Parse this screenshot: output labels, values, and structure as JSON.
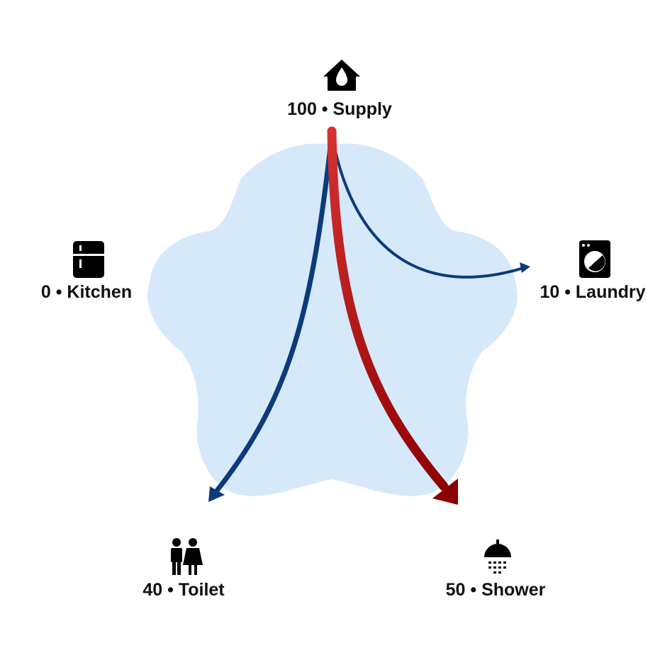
{
  "diagram": {
    "type": "flow",
    "nodes": [
      {
        "id": "supply",
        "label": "100 • Supply",
        "value": 100,
        "icon": "house-water-icon"
      },
      {
        "id": "kitchen",
        "label": "0 • Kitchen",
        "value": 0,
        "icon": "refrigerator-icon"
      },
      {
        "id": "laundry",
        "label": "10 • Laundry",
        "value": 10,
        "icon": "washing-machine-icon"
      },
      {
        "id": "toilet",
        "label": "40 • Toilet",
        "value": 40,
        "icon": "restroom-icon"
      },
      {
        "id": "shower",
        "label": "50 • Shower",
        "value": 50,
        "icon": "shower-icon"
      }
    ],
    "flows": [
      {
        "from": "supply",
        "to": "laundry",
        "value": 10,
        "color": "#0d3a7a"
      },
      {
        "from": "supply",
        "to": "toilet",
        "value": 40,
        "color": "#0d3a7a"
      },
      {
        "from": "supply",
        "to": "shower",
        "value": 50,
        "color_start": "#d63232",
        "color_end": "#8b0000"
      }
    ],
    "colors": {
      "background_shape": "#d6e9fb",
      "icon": "#000000",
      "label": "#111111"
    }
  }
}
